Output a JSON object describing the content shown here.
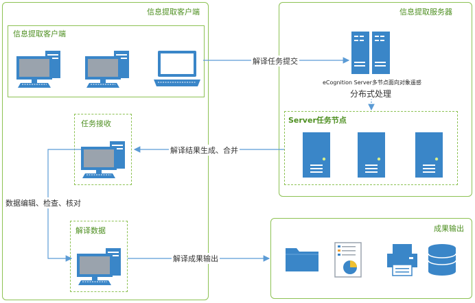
{
  "client": {
    "title": "信息提取客户端",
    "inner_title": "信息提取客户端",
    "task_receive": "任务接收",
    "interpret_data": "解译数据"
  },
  "server": {
    "title": "信息提取服务器",
    "server_caption": "eCognition Server多节点面向对象遥感",
    "distributed": "分布式处理",
    "nodes_title": "Server任务节点"
  },
  "output": {
    "title": "成果输出"
  },
  "flows": {
    "submit": "解译任务提交",
    "results": "解译结果生成、合并",
    "edit": "数据编辑、检查、核对",
    "output": "解译成果输出"
  },
  "colors": {
    "border": "#8cc152",
    "title": "#4e8f21",
    "icon_blue": "#3a86c8",
    "wire": "#5b9bd5"
  }
}
